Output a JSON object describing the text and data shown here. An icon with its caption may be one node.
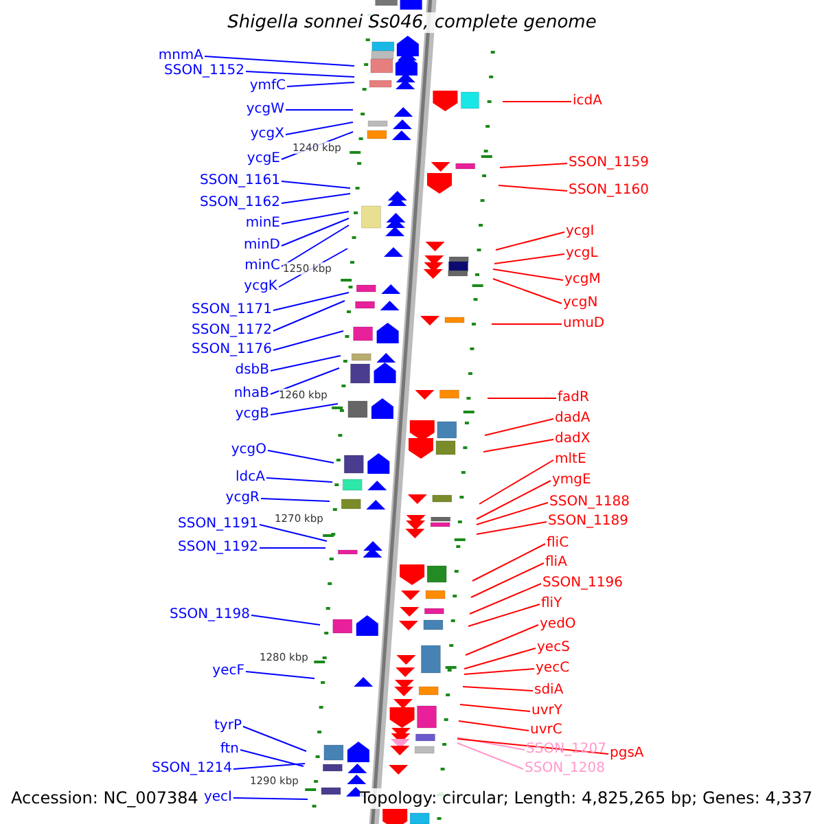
{
  "diagram": {
    "title": "Shigella sonnei Ss046, complete genome",
    "nodes": [
      {
        "text": [
          "mnmA"
        ]
      },
      {
        "text": [
          "SSON_1152"
        ]
      },
      {
        "text": [
          "ymfC"
        ]
      },
      {
        "text": [
          "ycgW"
        ]
      },
      {
        "text": [
          "ycgX"
        ]
      },
      {
        "text": [
          "ycgE"
        ]
      },
      {
        "text": [
          "SSON_1161"
        ]
      },
      {
        "text": [
          "SSON_1162"
        ]
      },
      {
        "text": [
          "minE"
        ]
      },
      {
        "text": [
          "minD"
        ]
      },
      {
        "text": [
          "minC"
        ]
      },
      {
        "text": [
          "ycgK"
        ]
      },
      {
        "text": [
          "SSON_1171"
        ]
      },
      {
        "text": [
          "SSON_1172"
        ]
      },
      {
        "text": [
          "SSON_1176"
        ]
      },
      {
        "text": [
          "dsbB"
        ]
      },
      {
        "text": [
          "nhaB"
        ]
      },
      {
        "text": [
          "ycgB"
        ]
      },
      {
        "text": [
          "ycgO"
        ]
      },
      {
        "text": [
          "ldcA"
        ]
      },
      {
        "text": [
          "ycgR"
        ]
      },
      {
        "text": [
          "SSON_1191"
        ]
      },
      {
        "text": [
          "SSON_1192"
        ]
      },
      {
        "text": [
          "SSON_1198"
        ]
      },
      {
        "text": [
          "yecF"
        ]
      },
      {
        "text": [
          "tyrP"
        ]
      },
      {
        "text": [
          "ftn"
        ]
      },
      {
        "text": [
          "SSON_1214"
        ]
      },
      {
        "text": [
          "yecI"
        ]
      },
      {
        "text": [
          "icdA"
        ]
      },
      {
        "text": [
          "SSON_1159"
        ]
      },
      {
        "text": [
          "SSON_1160"
        ]
      },
      {
        "text": [
          "ycgI"
        ]
      },
      {
        "text": [
          "ycgL"
        ]
      },
      {
        "text": [
          "ycgM"
        ]
      },
      {
        "text": [
          "ycgN"
        ]
      },
      {
        "text": [
          "umuD"
        ]
      },
      {
        "text": [
          "fadR"
        ]
      },
      {
        "text": [
          "dadA"
        ]
      },
      {
        "text": [
          "dadX"
        ]
      },
      {
        "text": [
          "mltE"
        ]
      },
      {
        "text": [
          "ymgE"
        ]
      },
      {
        "text": [
          "SSON_1188"
        ]
      },
      {
        "text": [
          "SSON_1189"
        ]
      },
      {
        "text": [
          "fliC"
        ]
      },
      {
        "text": [
          "fliA"
        ]
      },
      {
        "text": [
          "SSON_1196"
        ]
      },
      {
        "text": [
          "fliY"
        ]
      },
      {
        "text": [
          "yedO"
        ]
      },
      {
        "text": [
          "yecS"
        ]
      },
      {
        "text": [
          "yecC"
        ]
      },
      {
        "text": [
          "sdiA"
        ]
      },
      {
        "text": [
          "uvrY"
        ]
      },
      {
        "text": [
          "uvrC"
        ]
      },
      {
        "text": [
          "SSON_1207"
        ]
      },
      {
        "text": [
          "pgsA"
        ]
      },
      {
        "text": [
          "SSON_1208"
        ]
      }
    ],
    "edges": [
      {
        "from": 0,
        "to": null,
        "arrow": "none"
      },
      {
        "from": 1,
        "to": null,
        "arrow": "none"
      },
      {
        "from": 2,
        "to": null,
        "arrow": "none"
      },
      {
        "from": 3,
        "to": null,
        "arrow": "none"
      },
      {
        "from": 4,
        "to": null,
        "arrow": "none"
      },
      {
        "from": 5,
        "to": null,
        "arrow": "none"
      },
      {
        "from": 6,
        "to": null,
        "arrow": "none"
      },
      {
        "from": 7,
        "to": null,
        "arrow": "none"
      },
      {
        "from": 8,
        "to": null,
        "arrow": "none"
      },
      {
        "from": 9,
        "to": null,
        "arrow": "none"
      },
      {
        "from": 10,
        "to": null,
        "arrow": "none"
      },
      {
        "from": 11,
        "to": null,
        "arrow": "none"
      },
      {
        "from": 12,
        "to": null,
        "arrow": "none"
      },
      {
        "from": 13,
        "to": null,
        "arrow": "none"
      },
      {
        "from": 14,
        "to": null,
        "arrow": "none"
      },
      {
        "from": 15,
        "to": null,
        "arrow": "none"
      },
      {
        "from": 16,
        "to": null,
        "arrow": "none"
      },
      {
        "from": 17,
        "to": null,
        "arrow": "none"
      },
      {
        "from": 18,
        "to": null,
        "arrow": "none"
      },
      {
        "from": 19,
        "to": null,
        "arrow": "none"
      },
      {
        "from": 20,
        "to": null,
        "arrow": "none"
      },
      {
        "from": 21,
        "to": null,
        "arrow": "none"
      },
      {
        "from": 22,
        "to": null,
        "arrow": "none"
      },
      {
        "from": 23,
        "to": null,
        "arrow": "none"
      },
      {
        "from": 24,
        "to": null,
        "arrow": "none"
      },
      {
        "from": 25,
        "to": null,
        "arrow": "none"
      },
      {
        "from": 26,
        "to": null,
        "arrow": "none"
      },
      {
        "from": 27,
        "to": null,
        "arrow": "none"
      },
      {
        "from": 28,
        "to": null,
        "arrow": "none"
      },
      {
        "from": 29,
        "to": null,
        "arrow": "none",
        "color": "#ff0000"
      },
      {
        "from": 30,
        "to": null,
        "arrow": "none",
        "color": "#ff0000"
      },
      {
        "from": 31,
        "to": null,
        "arrow": "none",
        "color": "#ff0000"
      },
      {
        "from": 32,
        "to": null,
        "arrow": "none",
        "color": "#ff0000"
      },
      {
        "from": 33,
        "to": null,
        "arrow": "none",
        "color": "#ff0000"
      },
      {
        "from": 34,
        "to": null,
        "arrow": "none",
        "color": "#ff0000"
      },
      {
        "from": 35,
        "to": null,
        "arrow": "none",
        "color": "#ff0000"
      },
      {
        "from": 36,
        "to": null,
        "arrow": "none",
        "color": "#ff0000"
      },
      {
        "from": 37,
        "to": null,
        "arrow": "none",
        "color": "#ff0000"
      },
      {
        "from": 38,
        "to": null,
        "arrow": "none",
        "color": "#ff0000"
      },
      {
        "from": 39,
        "to": null,
        "arrow": "none",
        "color": "#ff0000"
      },
      {
        "from": 40,
        "to": null,
        "arrow": "none",
        "color": "#ff0000"
      },
      {
        "from": 41,
        "to": null,
        "arrow": "none",
        "color": "#ff0000"
      },
      {
        "from": 42,
        "to": null,
        "arrow": "none",
        "color": "#ff0000"
      },
      {
        "from": 43,
        "to": null,
        "arrow": "none",
        "color": "#ff0000"
      },
      {
        "from": 44,
        "to": null,
        "arrow": "none",
        "color": "#ff0000"
      },
      {
        "from": 45,
        "to": null,
        "arrow": "none",
        "color": "#ff0000"
      },
      {
        "from": 46,
        "to": null,
        "arrow": "none",
        "color": "#ff0000"
      },
      {
        "from": 47,
        "to": null,
        "arrow": "none",
        "color": "#ff0000"
      },
      {
        "from": 48,
        "to": null,
        "arrow": "none",
        "color": "#ff0000"
      },
      {
        "from": 49,
        "to": null,
        "arrow": "none",
        "color": "#ff0000"
      },
      {
        "from": 50,
        "to": null,
        "arrow": "none",
        "color": "#ff0000"
      },
      {
        "from": 51,
        "to": null,
        "arrow": "none",
        "color": "#ff0000"
      },
      {
        "from": 52,
        "to": null,
        "arrow": "none",
        "color": "#ff0000"
      },
      {
        "from": 53,
        "to": null,
        "arrow": "none",
        "color": "#ff0000"
      },
      {
        "from": 54,
        "to": null,
        "arrow": "none",
        "color": "#ff99cc"
      },
      {
        "from": 55,
        "to": null,
        "arrow": "none",
        "color": "#ff0000"
      },
      {
        "from": 56,
        "to": null,
        "arrow": "none",
        "color": "#ff99cc"
      }
    ],
    "labels": [
      "1240 kbp",
      "1250 kbp",
      "1260 kbp",
      "1270 kbp",
      "1280 kbp",
      "1290 kbp",
      "Accession: NC_007384",
      "Topology: circular; Length: 4,825,265 bp; Genes: 4,337"
    ]
  }
}
